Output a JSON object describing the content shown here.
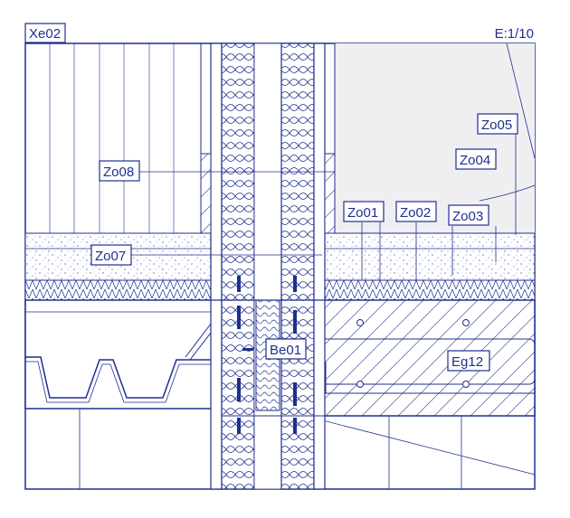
{
  "detail": {
    "code": "Xe02",
    "scale": "E:1/10"
  },
  "labels": {
    "zo01": "Zo01",
    "zo02": "Zo02",
    "zo03": "Zo03",
    "zo04": "Zo04",
    "zo05": "Zo05",
    "zo07": "Zo07",
    "zo08": "Zo08",
    "be01": "Be01",
    "eg12": "Eg12"
  },
  "colors": {
    "line": "#1f2f8f",
    "screed": "#e9ebf3",
    "infill": "#efeff2",
    "paper": "#ffffff"
  }
}
